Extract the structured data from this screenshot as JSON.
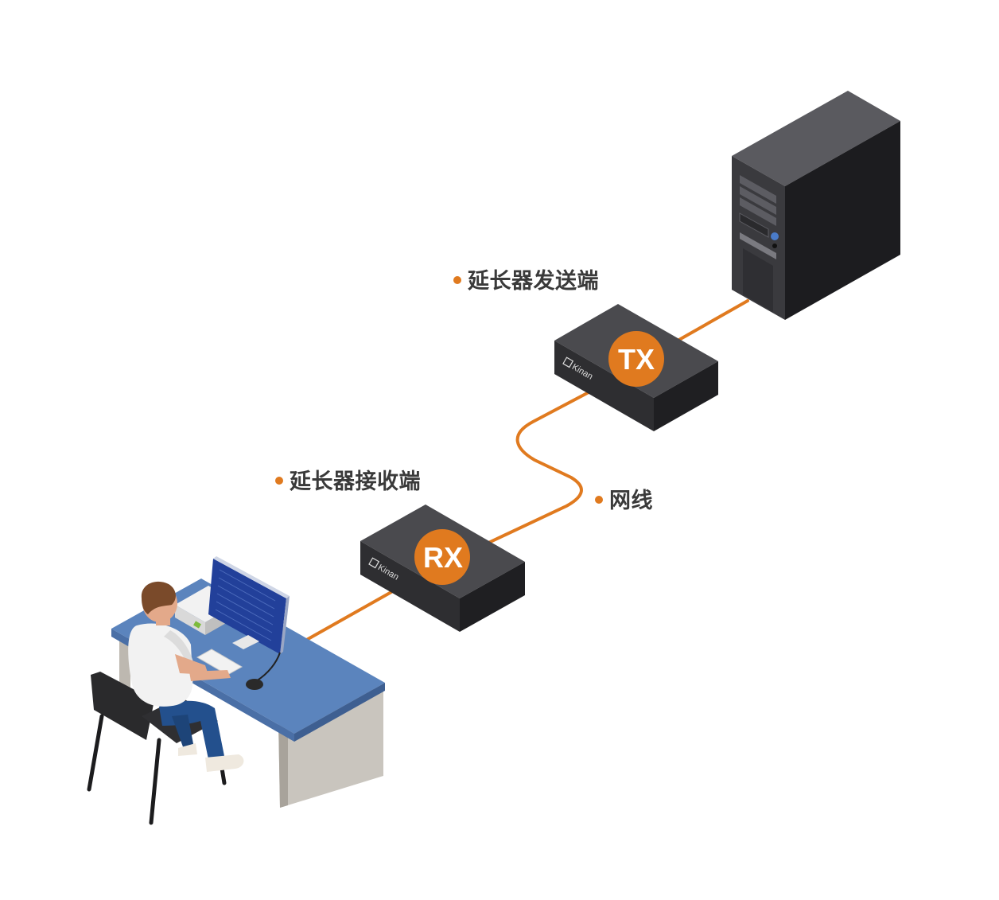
{
  "labels": {
    "tx": "延长器发送端",
    "rx": "延长器接收端",
    "cable": "网线"
  },
  "devices": {
    "tx_badge": "TX",
    "rx_badge": "RX",
    "brand": "Kinan"
  },
  "colors": {
    "accent": "#e07a1f",
    "device_top": "#4a4a4e",
    "device_front": "#2e2e31",
    "device_side": "#1f1f22",
    "desk_top": "#5b84bd",
    "desk_side": "#bdb8b0",
    "monitor_screen": "#22409a"
  },
  "icons": {
    "server": "server-tower-icon",
    "tx": "extender-transmitter-icon",
    "rx": "extender-receiver-icon",
    "workstation": "user-workstation-icon"
  }
}
